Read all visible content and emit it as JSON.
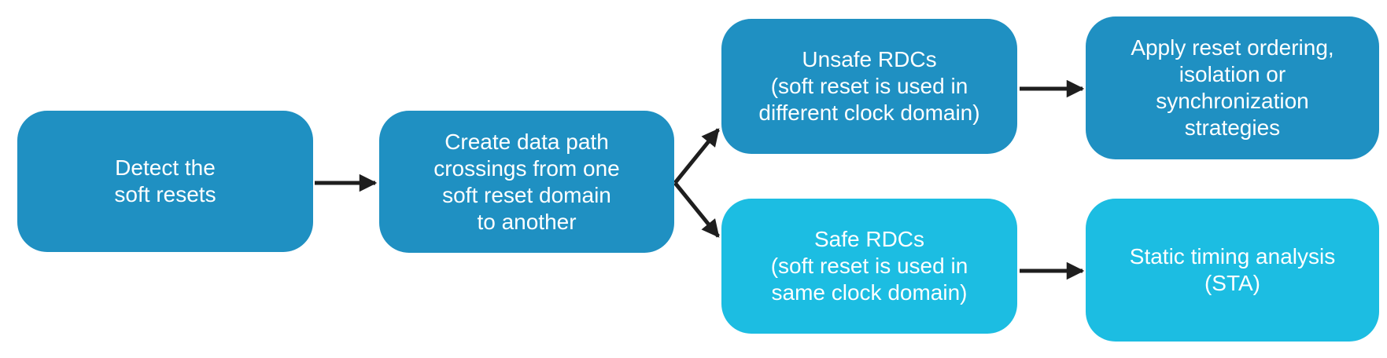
{
  "colors": {
    "box_blue": "#1f90c2",
    "box_cyan": "#1cbde2",
    "text": "#ffffff",
    "arrow": "#1e1e1e",
    "background": "#ffffff"
  },
  "nodes": [
    {
      "id": "detect-soft-resets",
      "label": "Detect the\nsoft resets",
      "fill": "#1f90c2"
    },
    {
      "id": "create-data-path-crossings",
      "label": "Create data path\ncrossings from one\nsoft reset domain\nto another",
      "fill": "#1f90c2"
    },
    {
      "id": "unsafe-rdcs",
      "label": "Unsafe RDCs\n(soft reset is used in\ndifferent clock domain)",
      "fill": "#1f90c2"
    },
    {
      "id": "safe-rdcs",
      "label": "Safe RDCs\n(soft reset is used in\nsame clock domain)",
      "fill": "#1cbde2"
    },
    {
      "id": "apply-strategies",
      "label": "Apply reset ordering,\nisolation or\nsynchronization\nstrategies",
      "fill": "#1f90c2"
    },
    {
      "id": "static-timing-analysis",
      "label": "Static timing analysis\n(STA)",
      "fill": "#1cbde2"
    }
  ],
  "edges": [
    {
      "from": "detect-soft-resets",
      "to": "create-data-path-crossings"
    },
    {
      "from": "create-data-path-crossings",
      "to": "unsafe-rdcs"
    },
    {
      "from": "create-data-path-crossings",
      "to": "safe-rdcs"
    },
    {
      "from": "unsafe-rdcs",
      "to": "apply-strategies"
    },
    {
      "from": "safe-rdcs",
      "to": "static-timing-analysis"
    }
  ]
}
